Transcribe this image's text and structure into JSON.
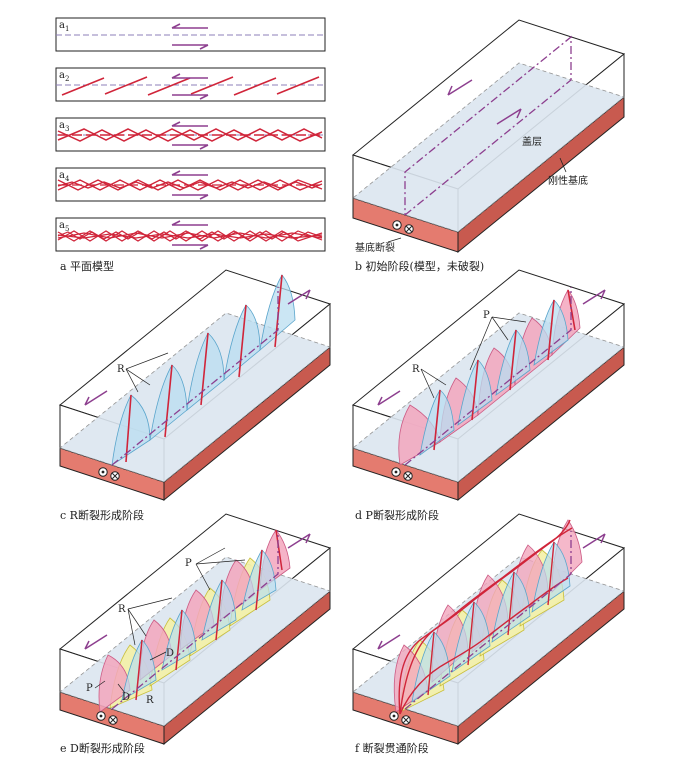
{
  "panels": {
    "a": {
      "caption": "a 平面模型",
      "strips": [
        "a1",
        "a2",
        "a3",
        "a4",
        "a5"
      ]
    },
    "b": {
      "caption": "b 初始阶段(模型，未破裂)",
      "labels": {
        "cover": "盖层",
        "rigid_base": "刚性基底",
        "base_fault": "基底断裂"
      }
    },
    "c": {
      "caption": "c R断裂形成阶段",
      "labels": {
        "r": "R"
      }
    },
    "d": {
      "caption": "d P断裂形成阶段",
      "labels": {
        "r": "R",
        "p": "P"
      }
    },
    "e": {
      "caption": "e D断裂形成阶段",
      "labels": {
        "r": "R",
        "p": "P",
        "d": "D"
      }
    },
    "f": {
      "caption": "f 断裂贯通阶段"
    }
  },
  "colors": {
    "fault_red": "#d0253a",
    "motion_arrow": "#8d3f8f",
    "cover_fill": "#dce6f0",
    "base_fill": "#e47b6f",
    "r_fill": "#b9def0",
    "p_fill": "#f3a6bd",
    "d_fill": "#f4f1a6"
  }
}
